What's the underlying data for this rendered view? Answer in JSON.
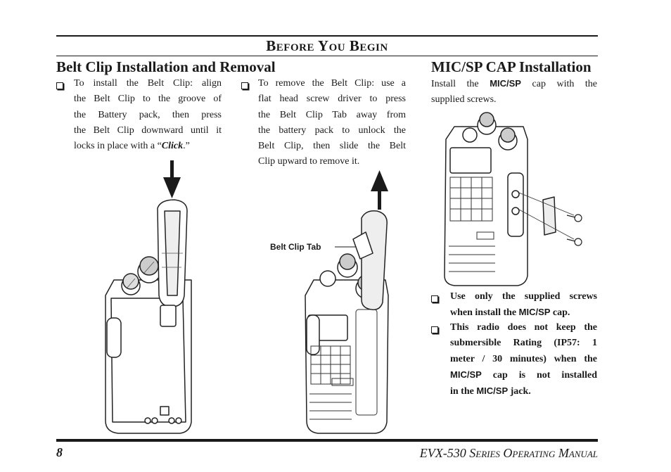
{
  "header": {
    "section_title": "Before You Begin"
  },
  "left_section": {
    "heading": "Belt Clip Installation and Removal",
    "install": {
      "l1": "To install the Belt Clip: align",
      "l2": "the Belt Clip to the groove of",
      "l3": "the Battery pack, then press",
      "l4": "the Belt Clip downward until it",
      "l5a": "locks in place with a “",
      "l5b": "Click",
      "l5c": ".”"
    },
    "remove": {
      "l1": "To remove the Belt Clip: use a",
      "l2": "flat head screw driver to press",
      "l3": "the Belt Clip Tab away from",
      "l4": "the battery pack to unlock the",
      "l5": "Belt Clip, then slide the Belt",
      "l6": "Clip upward to remove it."
    },
    "callout_label": "Belt Clip Tab"
  },
  "right_section": {
    "heading": "MIC/SP CAP Installation",
    "intro_a": "Install the",
    "intro_b": "MIC/SP",
    "intro_c": "cap with the",
    "intro_d": "supplied screws.",
    "note1": {
      "l1": "Use only the supplied screws",
      "l2a": "when install the",
      "l2b": "MIC/SP",
      "l2c": "cap."
    },
    "note2": {
      "l1": "This radio does not keep the",
      "l2": "submersible Rating (IP57: 1",
      "l3": "meter / 30 minutes) when the",
      "l4a": "MIC/SP",
      "l4b": "cap is not installed",
      "l5a": "in the",
      "l5b": "MIC/SP",
      "l5c": "jack."
    }
  },
  "footer": {
    "page_number": "8",
    "manual_title": "EVX-530 Series Operating Manual"
  }
}
